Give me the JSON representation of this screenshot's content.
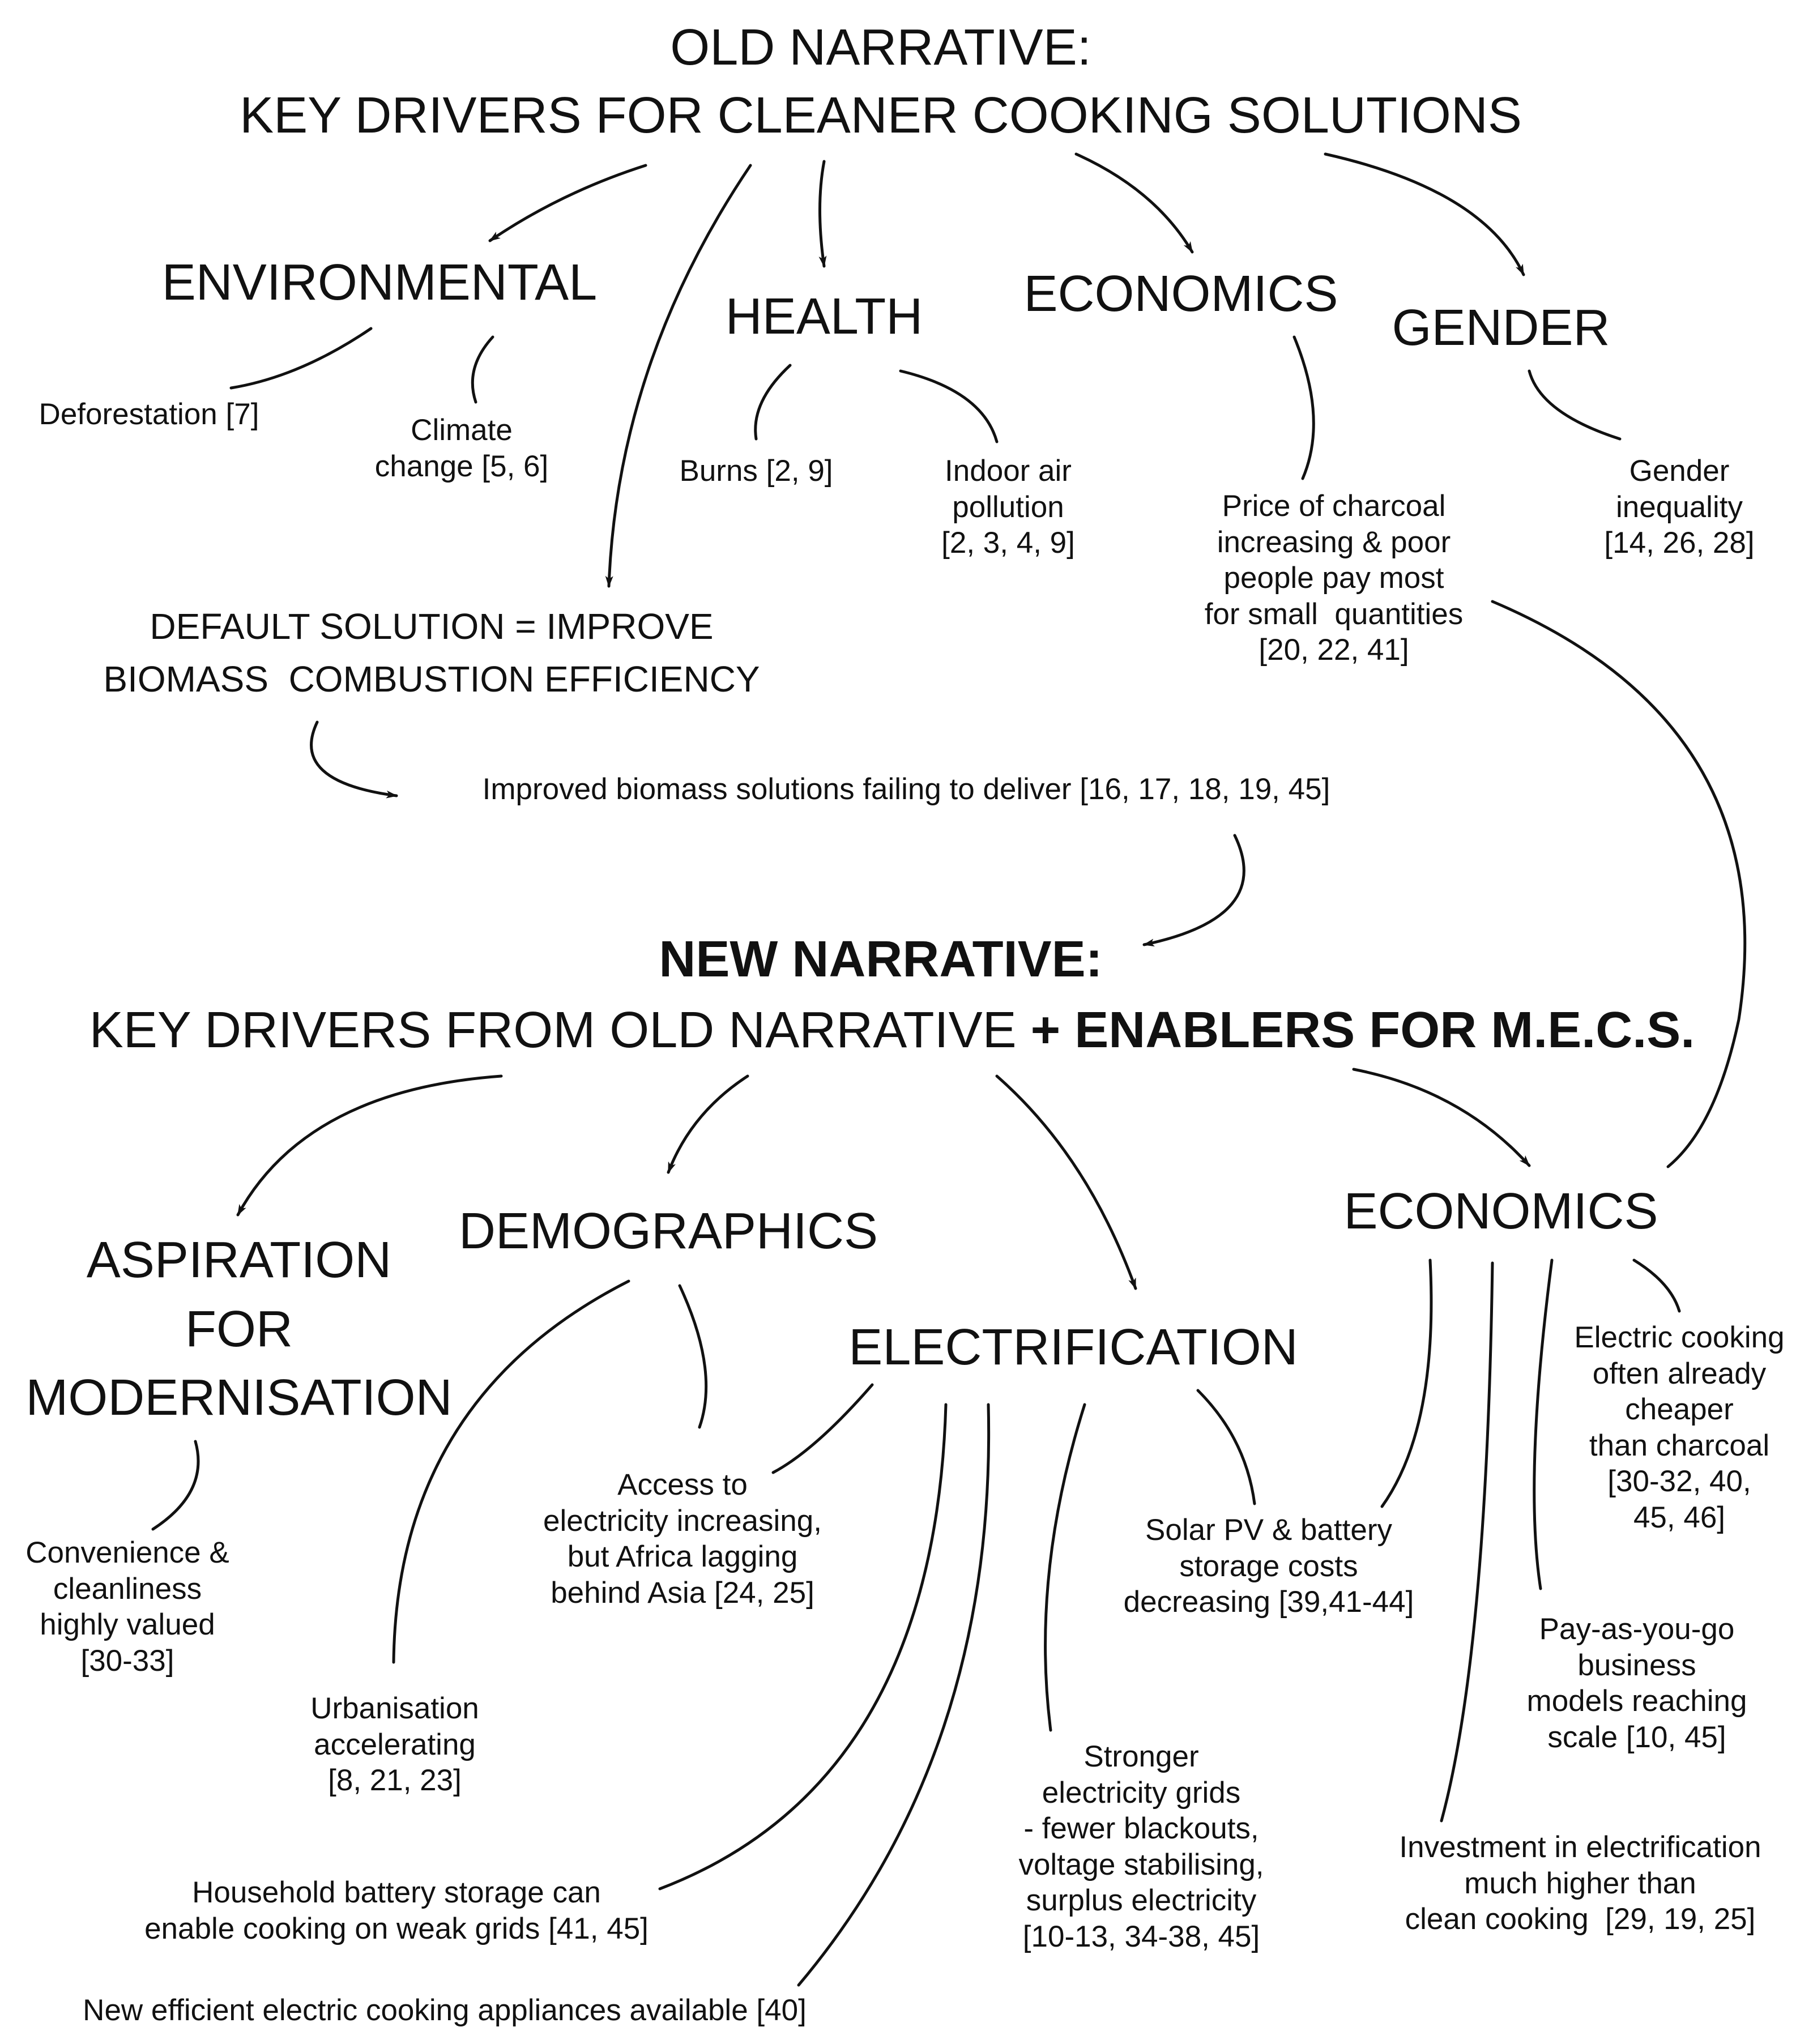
{
  "old_narrative": {
    "title_line1": "OLD NARRATIVE:",
    "title_line2": "KEY DRIVERS FOR CLEANER COOKING SOLUTIONS",
    "categories": {
      "environmental": "ENVIRONMENTAL",
      "health": "HEALTH",
      "economics": "ECONOMICS",
      "gender": "GENDER"
    },
    "items": {
      "deforestation": "Deforestation [7]",
      "climate_change": "Climate\nchange [5, 6]",
      "burns": "Burns [2, 9]",
      "indoor_air": "Indoor air\npollution\n[2, 3, 4, 9]",
      "charcoal_price": "Price of charcoal\nincreasing & poor\npeople pay most\nfor small  quantities\n[20, 22, 41]",
      "gender_inequality": "Gender\ninequality\n[14, 26, 28]"
    },
    "default_solution": "DEFAULT SOLUTION = IMPROVE\nBIOMASS  COMBUSTION EFFICIENCY",
    "failing": "Improved biomass solutions failing to deliver [16, 17, 18, 19, 45]"
  },
  "new_narrative": {
    "title_line1": "NEW NARRATIVE:",
    "title_line2_a": "KEY DRIVERS FROM OLD NARRATIVE ",
    "title_line2_b": "+ ENABLERS FOR M.E.C.S.",
    "categories": {
      "aspiration": "ASPIRATION\nFOR\nMODERNISATION",
      "demographics": "DEMOGRAPHICS",
      "electrification": "ELECTRIFICATION",
      "economics": "ECONOMICS"
    },
    "items": {
      "convenience": "Convenience &\ncleanliness\nhighly valued\n[30-33]",
      "urbanisation": "Urbanisation\naccelerating\n[8, 21, 23]",
      "access": "Access to\nelectricity increasing,\nbut Africa lagging\nbehind Asia [24, 25]",
      "solar": "Solar PV & battery\nstorage costs\ndecreasing [39,41-44]",
      "electric_cheaper": "Electric cooking\noften already\ncheaper\nthan charcoal\n[30-32, 40,\n45, 46]",
      "payg": "Pay-as-you-go\nbusiness\nmodels reaching\nscale [10, 45]",
      "stronger_grids": "Stronger\nelectricity grids\n- fewer blackouts,\nvoltage stabilising,\nsurplus electricity\n[10-13, 34-38, 45]",
      "investment": "Investment in electrification\nmuch higher than\nclean cooking  [29, 19, 25]",
      "battery": "Household battery storage can\nenable cooking on weak grids [41, 45]",
      "appliances": "New efficient electric cooking appliances available [40]"
    }
  }
}
